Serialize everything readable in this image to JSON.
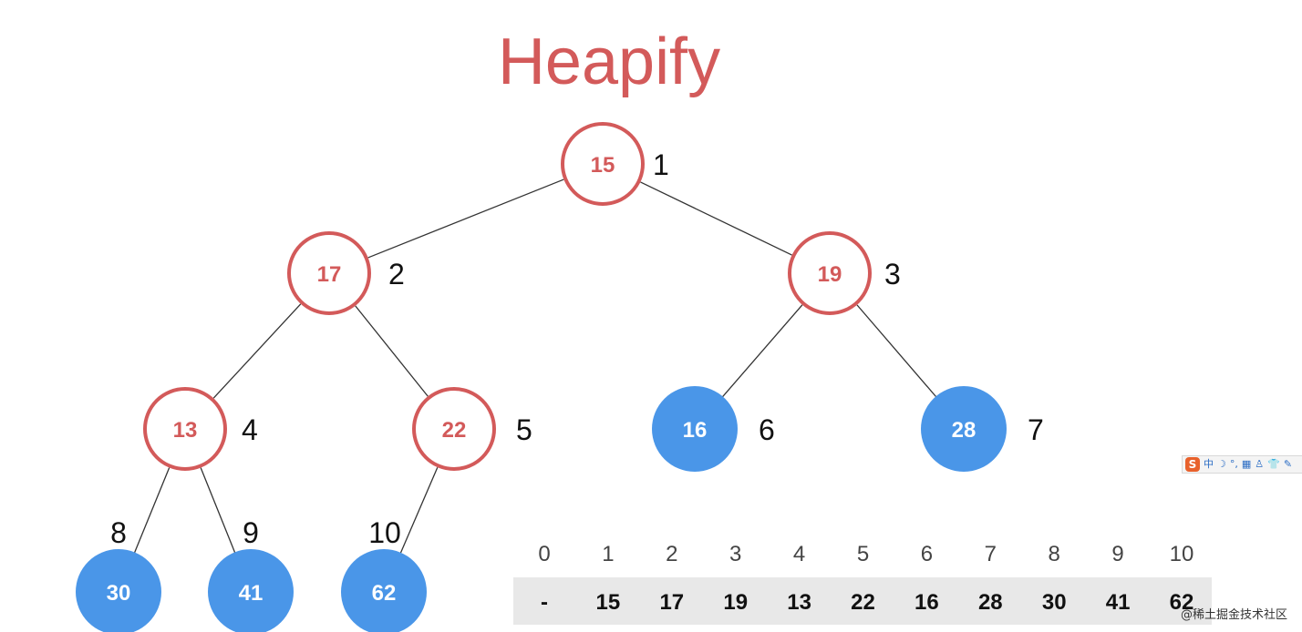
{
  "title": "Heapify",
  "colors": {
    "processed_stroke": "#d35a5a",
    "processed_fill": "#ffffff",
    "leaf_fill": "#4a96e8",
    "leaf_text": "#ffffff",
    "edge": "#333333",
    "array_bg": "#e8e8e8"
  },
  "nodes": [
    {
      "index": "1",
      "value": "15",
      "state": "processed"
    },
    {
      "index": "2",
      "value": "17",
      "state": "processed"
    },
    {
      "index": "3",
      "value": "19",
      "state": "processed"
    },
    {
      "index": "4",
      "value": "13",
      "state": "processed"
    },
    {
      "index": "5",
      "value": "22",
      "state": "processed"
    },
    {
      "index": "6",
      "value": "16",
      "state": "leaf"
    },
    {
      "index": "7",
      "value": "28",
      "state": "leaf"
    },
    {
      "index": "8",
      "value": "30",
      "state": "leaf"
    },
    {
      "index": "9",
      "value": "41",
      "state": "leaf"
    },
    {
      "index": "10",
      "value": "62",
      "state": "leaf"
    }
  ],
  "array": {
    "indices": [
      "0",
      "1",
      "2",
      "3",
      "4",
      "5",
      "6",
      "7",
      "8",
      "9",
      "10"
    ],
    "values": [
      "-",
      "15",
      "17",
      "19",
      "13",
      "22",
      "16",
      "28",
      "30",
      "41",
      "62"
    ]
  },
  "watermark": "@稀土掘金技术社区",
  "ime_toolbar": {
    "logo": "S",
    "items": [
      "中",
      "☽",
      "°,",
      "▦",
      "♙",
      "👕",
      "✎"
    ]
  }
}
